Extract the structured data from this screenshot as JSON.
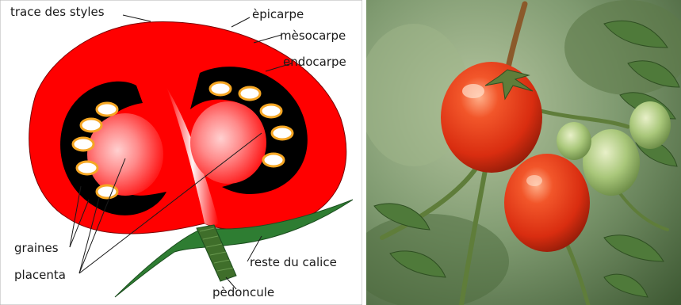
{
  "diagram": {
    "labels": {
      "trace_des_styles": "trace des styles",
      "epicarpe": "èpicarpe",
      "mesocarpe": "mèsocarpe",
      "endocarpe": "endocarpe",
      "graines": "graines",
      "placenta": "placenta",
      "reste_du_calice": "reste du calice",
      "pedoncule": "pèdoncule"
    },
    "colors": {
      "flesh": "#ff0000",
      "locule": "#000000",
      "seed_ring": "#f5a623",
      "seed": "#ffffff",
      "calyx": "#2e7d32",
      "peduncle": "#3f6e2a"
    }
  },
  "photo": {
    "subject": "ripe-and-green-tomatoes-on-vine",
    "colors": {
      "ripe": "#d92d10",
      "green_fruit": "#a9c77a",
      "leaf": "#4f7a3a",
      "background": "#7f9a70"
    }
  }
}
